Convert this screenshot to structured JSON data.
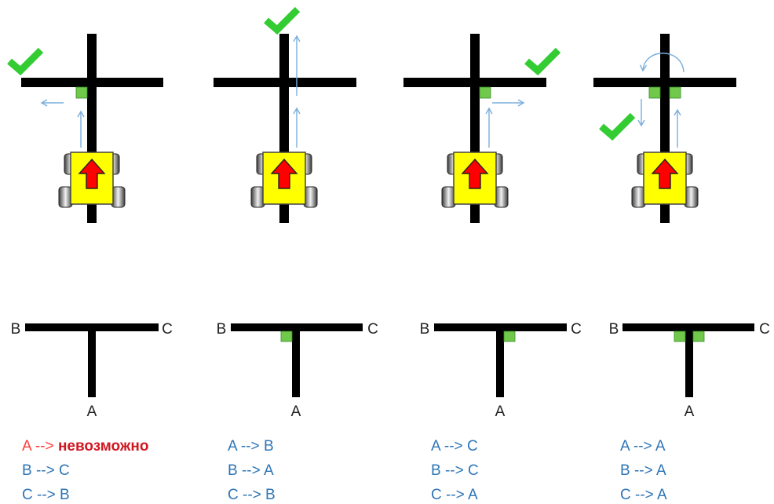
{
  "colors": {
    "line": "#000000",
    "marker": "#70c94a",
    "robot_body": "#ffff00",
    "robot_arrow": "#ff0000",
    "path_arrow": "#7aaedc",
    "check": "#33cc33",
    "rule_text": "#2e75b6",
    "impossible_text": "#d01822"
  },
  "scenarios": [
    {
      "top": {
        "markers": [
          "left"
        ],
        "path": "left"
      },
      "bottom": {
        "label_B": "B",
        "label_C": "C",
        "label_A": "A",
        "markers": [],
        "rules": [
          {
            "from": "A",
            "arrow": "-->",
            "to": "невозможно",
            "impossible": true
          },
          {
            "from": "B",
            "arrow": "-->",
            "to": "C",
            "impossible": false
          },
          {
            "from": "C",
            "arrow": "-->",
            "to": "B",
            "impossible": false
          }
        ]
      }
    },
    {
      "top": {
        "markers": [],
        "path": "straight"
      },
      "bottom": {
        "label_B": "B",
        "label_C": "C",
        "label_A": "A",
        "markers": [
          "left"
        ],
        "rules": [
          {
            "from": "A",
            "arrow": "-->",
            "to": "B",
            "impossible": false
          },
          {
            "from": "B",
            "arrow": "-->",
            "to": "A",
            "impossible": false
          },
          {
            "from": "C",
            "arrow": "-->",
            "to": "B",
            "impossible": false
          }
        ]
      }
    },
    {
      "top": {
        "markers": [
          "right"
        ],
        "path": "right"
      },
      "bottom": {
        "label_B": "B",
        "label_C": "C",
        "label_A": "A",
        "markers": [
          "right"
        ],
        "rules": [
          {
            "from": "A",
            "arrow": "-->",
            "to": "C",
            "impossible": false
          },
          {
            "from": "B",
            "arrow": "-->",
            "to": "C",
            "impossible": false
          },
          {
            "from": "C",
            "arrow": "-->",
            "to": "A",
            "impossible": false
          }
        ]
      }
    },
    {
      "top": {
        "markers": [
          "left",
          "right"
        ],
        "path": "uturn"
      },
      "bottom": {
        "label_B": "B",
        "label_C": "C",
        "label_A": "A",
        "markers": [
          "left",
          "right"
        ],
        "rules": [
          {
            "from": "A",
            "arrow": "-->",
            "to": "A",
            "impossible": false
          },
          {
            "from": "B",
            "arrow": "-->",
            "to": "A",
            "impossible": false
          },
          {
            "from": "C",
            "arrow": "-->",
            "to": "A",
            "impossible": false
          }
        ]
      }
    }
  ]
}
